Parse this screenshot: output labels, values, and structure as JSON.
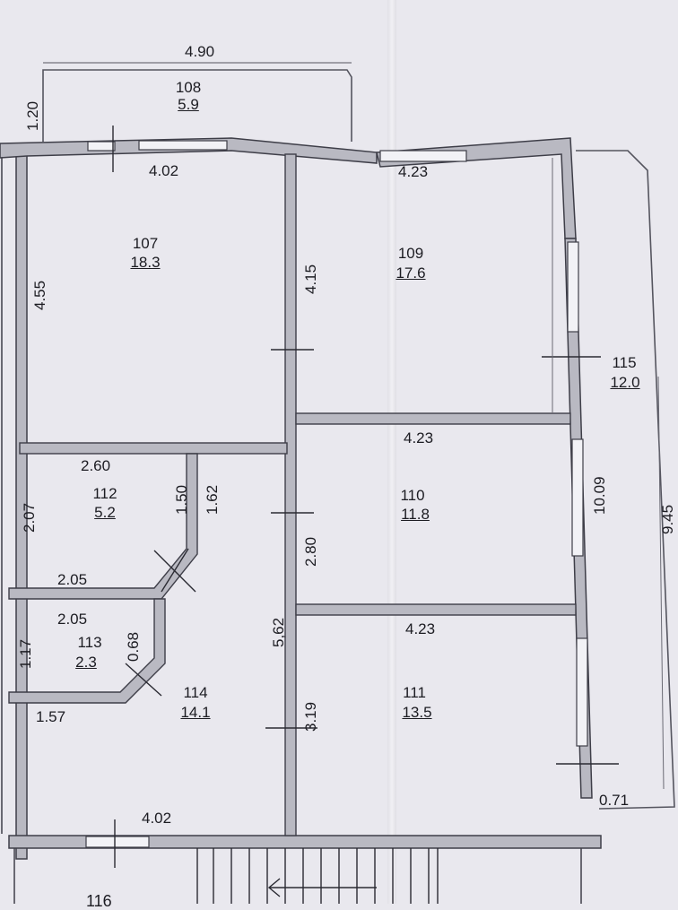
{
  "rooms": [
    {
      "id": "r108",
      "number": "108",
      "area": "5.9"
    },
    {
      "id": "r107",
      "number": "107",
      "area": "18.3"
    },
    {
      "id": "r109",
      "number": "109",
      "area": "17.6"
    },
    {
      "id": "r112",
      "number": "112",
      "area": "5.2"
    },
    {
      "id": "r110",
      "number": "110",
      "area": "11.8"
    },
    {
      "id": "r113",
      "number": "113",
      "area": "2.3"
    },
    {
      "id": "r114",
      "number": "114",
      "area": "14.1"
    },
    {
      "id": "r111",
      "number": "111",
      "area": "13.5"
    },
    {
      "id": "r115",
      "number": "115",
      "area": "12.0"
    },
    {
      "id": "r116",
      "number": "116"
    }
  ],
  "dimensions": {
    "balcony_width": "4.90",
    "balcony_depth": "1.20",
    "r107_width": "4.02",
    "r107_height": "4.55",
    "r109_width": "4.23",
    "r109_height": "4.15",
    "r112_width": "2.60",
    "r112_height_left": "2.07",
    "r112_height_right": "1.50",
    "r112_bottom": "2.05",
    "corridor_width": "1.62",
    "r113_width": "2.05",
    "r113_height_left": "1.17",
    "r113_height_right": "0.68",
    "r114_top_left": "1.57",
    "r114_height": "5,62",
    "r114_bottom": "4.02",
    "r110_width": "4.23",
    "r110_height": "2.80",
    "r111_width": "4.23",
    "r111_height": "3.19",
    "r115_length": "10.09",
    "outer_length": "9.45",
    "r115_width": "0.71"
  }
}
